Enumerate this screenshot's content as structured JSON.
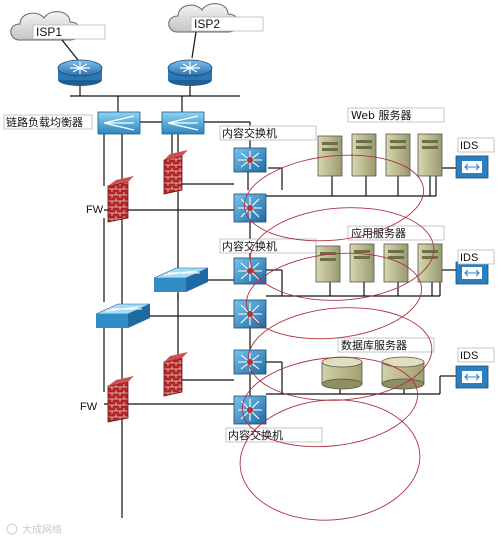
{
  "isps": [
    {
      "label": "ISP1"
    },
    {
      "label": "ISP2"
    }
  ],
  "labels": {
    "link_load_balancer": "链路负载均衡器",
    "content_switch_1": "内容交换机",
    "content_switch_2": "内容交换机",
    "content_switch_3": "内容交换机",
    "web_servers": "Web 服务器",
    "app_servers": "应用服务器",
    "db_servers": "数据库服务器",
    "fw_top": "FW",
    "fw_bottom": "FW",
    "ids_1": "IDS",
    "ids_2": "IDS",
    "ids_3": "IDS"
  },
  "watermark": "大成网络",
  "colors": {
    "router": "#3a86c8",
    "switch": "#4aa8d8",
    "firewall": "#b02424",
    "server": "#b9b98a",
    "ring": "#b03040",
    "ids": "#2a7fc0"
  }
}
